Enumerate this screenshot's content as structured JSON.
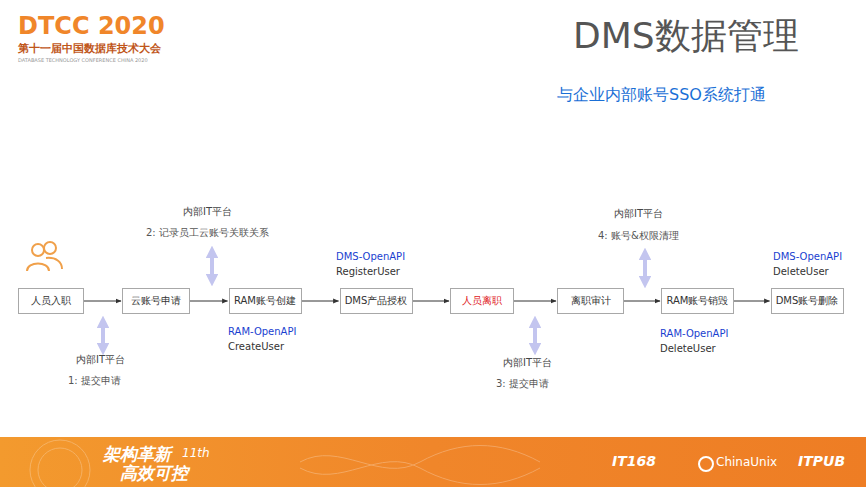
{
  "diagram": {
    "title": "DMS数据管理",
    "nodes": [
      {
        "text": [
          "人员入职"
        ]
      },
      {
        "text": [
          "云账号申请"
        ]
      },
      {
        "text": [
          "RAM账号创建"
        ]
      },
      {
        "text": [
          "DMS产品授权"
        ]
      },
      {
        "text": [
          "人员离职"
        ]
      },
      {
        "text": [
          "离职审计"
        ]
      },
      {
        "text": [
          "RAM账号销毁"
        ]
      },
      {
        "text": [
          "DMS账号删除"
        ]
      }
    ],
    "edges": [
      {
        "from": 0,
        "to": 1,
        "arrow": "to"
      },
      {
        "from": 1,
        "to": 2,
        "arrow": "to"
      },
      {
        "from": 2,
        "to": 3,
        "arrow": "to"
      },
      {
        "from": 3,
        "to": 4,
        "arrow": "to"
      },
      {
        "from": 4,
        "to": 5,
        "arrow": "to"
      },
      {
        "from": 5,
        "to": 6,
        "arrow": "to"
      },
      {
        "from": 6,
        "to": 7,
        "arrow": "to"
      }
    ],
    "labels": [
      "DTCC 2020",
      "第十一届中国数据库技术大会",
      "DATABASE TECHNOLOGY CONFERENCE CHINA 2020",
      "与企业内部账号SSO系统打通",
      "内部IT平台",
      "2: 记录员工云账号关联关系",
      "DMS-OpenAPI",
      "RegisterUser",
      "内部IT平台",
      "4: 账号&权限清理",
      "DMS-OpenAPI",
      "DeleteUser",
      "RAM-OpenAPI",
      "CreateUser",
      "内部IT平台",
      "1: 提交申请",
      "内部IT平台",
      "3: 提交申请",
      "RAM-OpenAPI",
      "DeleteUser",
      "架构革新",
      "11th",
      "高效可控",
      "IT168",
      "ChinaUnix",
      "ITPUB"
    ]
  }
}
